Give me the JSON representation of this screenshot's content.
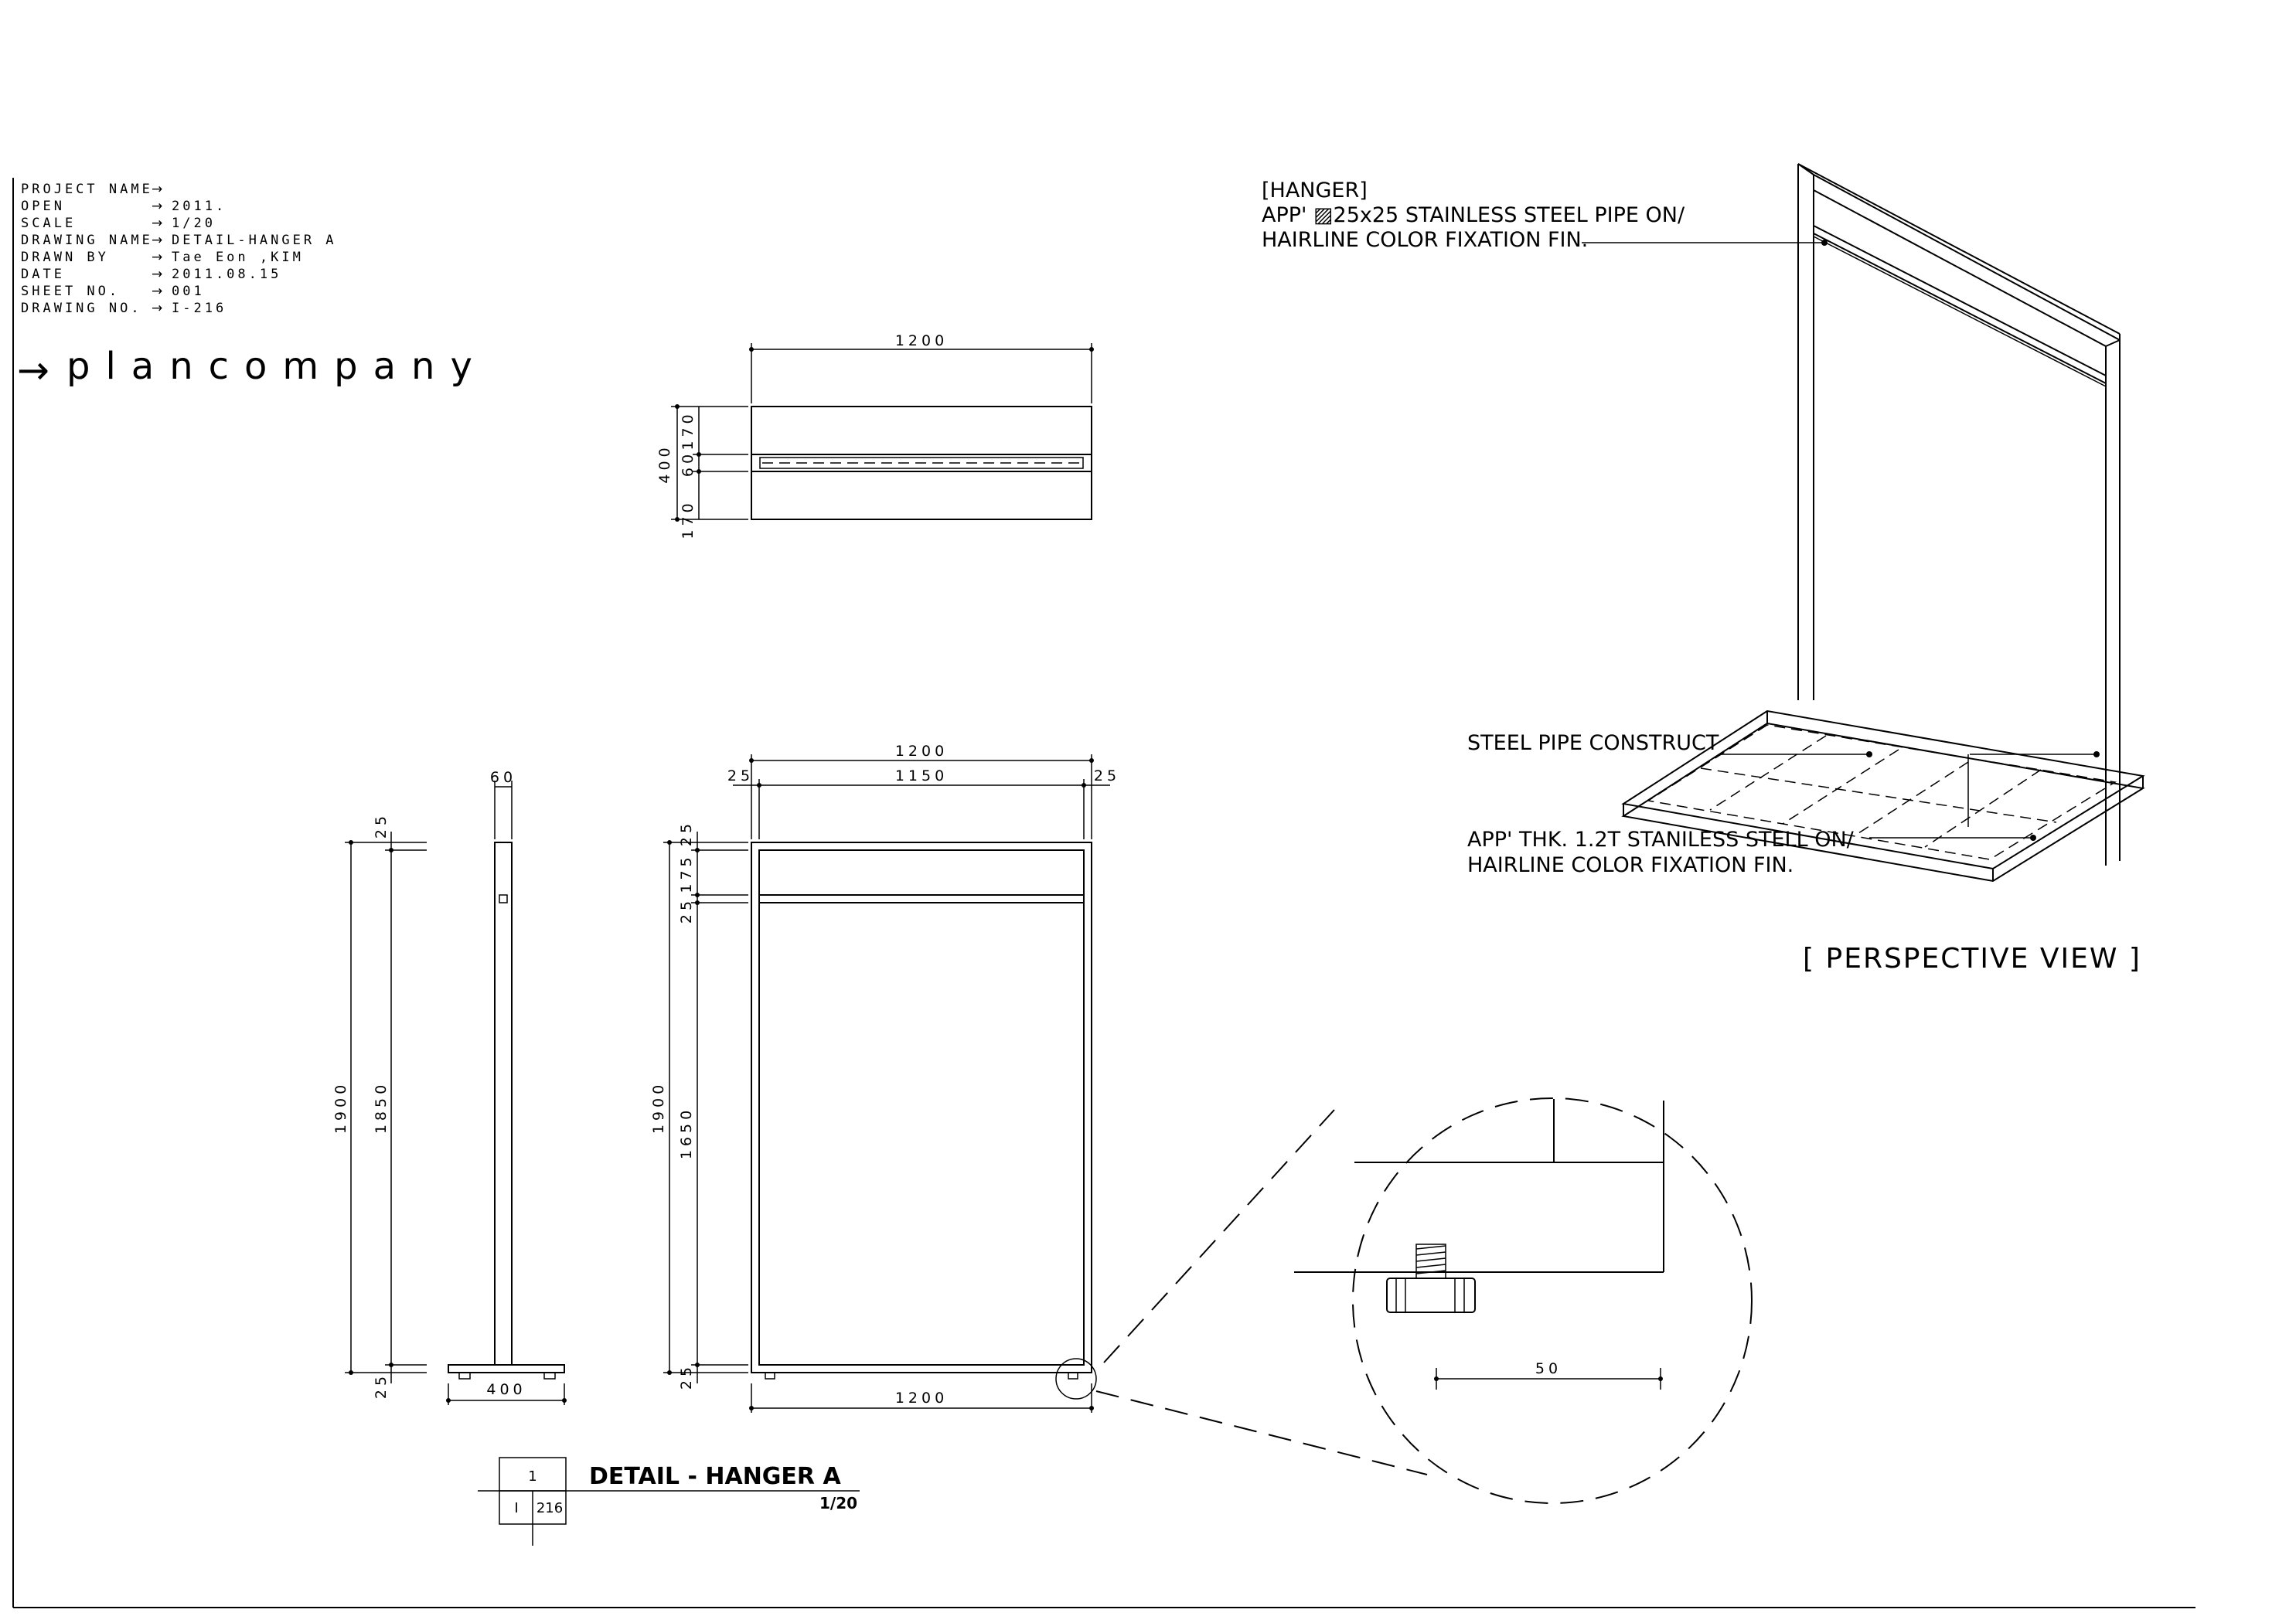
{
  "title_block": {
    "rows": [
      {
        "label": "PROJECT NAME",
        "value": ""
      },
      {
        "label": "OPEN",
        "value": "2011."
      },
      {
        "label": "SCALE",
        "value": "1/20"
      },
      {
        "label": "DRAWING NAME",
        "value": "DETAIL-HANGER A"
      },
      {
        "label": "DRAWN BY",
        "value": "Tae Eon ,KIM"
      },
      {
        "label": "DATE",
        "value": "2011.08.15"
      },
      {
        "label": "SHEET NO.",
        "value": "001"
      },
      {
        "label": "DRAWING NO.",
        "value": "I-216"
      }
    ],
    "arrow": "→",
    "logo": "plancompany"
  },
  "plan_view": {
    "width_dim": "1200",
    "height_dim": "400",
    "segment_dims": [
      "170",
      "60",
      "170"
    ]
  },
  "side_view": {
    "top_dim": "60",
    "overall_height": "1900",
    "inner_height": "1850",
    "top_offset": "25",
    "bottom_offset": "25",
    "base_dim": "400"
  },
  "front_view": {
    "overall_width": "1200",
    "inner_width": "1150",
    "left_offset": "25",
    "right_offset": "25",
    "overall_height": "1900",
    "inner_height": "1650",
    "vertical_segments": [
      "25",
      "175",
      "25",
      "25"
    ],
    "bottom_width": "1200"
  },
  "detail_view": {
    "dim": "50"
  },
  "perspective": {
    "hanger_note": [
      "[HANGER]",
      "APP' ▨25x25 STAINLESS STEEL PIPE ON/",
      "HAIRLINE COLOR FIXATION FIN."
    ],
    "construct_note": "STEEL PIPE CONSTRUCT",
    "base_note": [
      "APP' THK. 1.2T STANILESS STELL ON/",
      "HAIRLINE COLOR FIXATION FIN."
    ],
    "view_title": "[ PERSPECTIVE VIEW ]"
  },
  "drawing_label": {
    "number": "1",
    "sheet_left": "I",
    "sheet_right": "216",
    "title": "DETAIL - HANGER A",
    "scale": "1/20"
  }
}
